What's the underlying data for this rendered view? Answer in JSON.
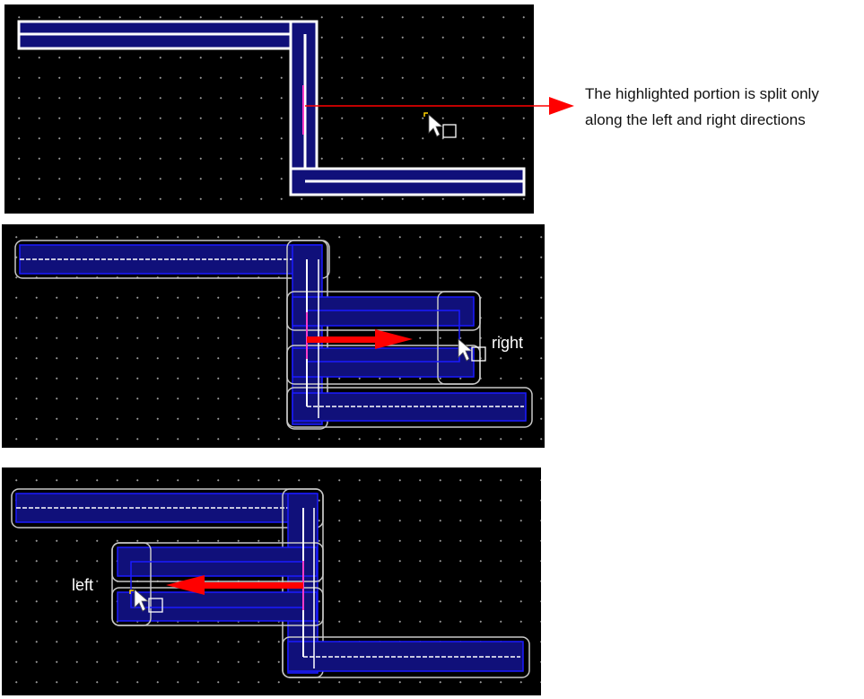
{
  "annotation": {
    "line1": "The highlighted portion is split only",
    "line2": "along the left and right directions"
  },
  "panel2": {
    "direction_label": "right"
  },
  "panel3": {
    "direction_label": "left"
  },
  "colors": {
    "wire_fill": "#10107a",
    "wire_edge": "#1a1aff",
    "arrow": "#ff0000",
    "highlight": "#ff3cc8",
    "outline": "#c8c8c8"
  }
}
